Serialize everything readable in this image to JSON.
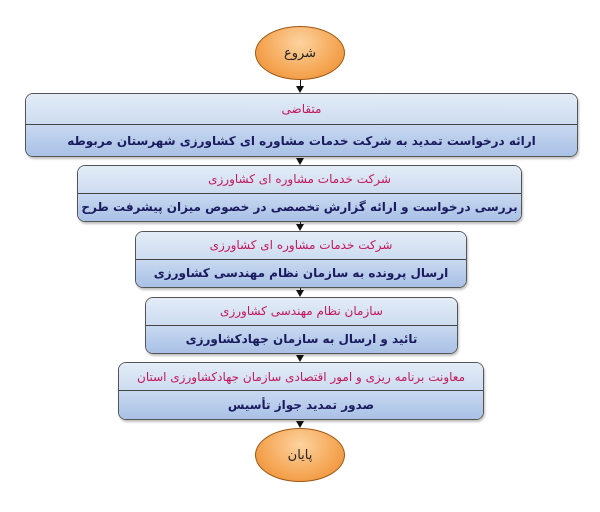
{
  "start": "شروع",
  "end": "پایان",
  "steps": [
    {
      "title": "متقاضی",
      "action": "ارائه درخواست تمدید به شرکت خدمات مشاوره ای کشاورزی شهرستان مربوطه"
    },
    {
      "title": "شرکت خدمات مشاوره ای کشاورزی",
      "action": "بررسی درخواست و ارائه گزارش تخصصی در خصوص میزان پیشرفت طرح"
    },
    {
      "title": "شرکت خدمات مشاوره ای کشاورزی",
      "action": "ارسال پرونده به سازمان نظام مهندسی کشاورزی"
    },
    {
      "title": "سازمان نظام مهندسی کشاورزی",
      "action": "تائید و ارسال به سازمان جهادکشاورزی"
    },
    {
      "title": "معاونت برنامه ریزی و امور اقتصادی سازمان جهادکشاورزی استان",
      "action": "صدور تمدید جواز تأسیس"
    }
  ]
}
